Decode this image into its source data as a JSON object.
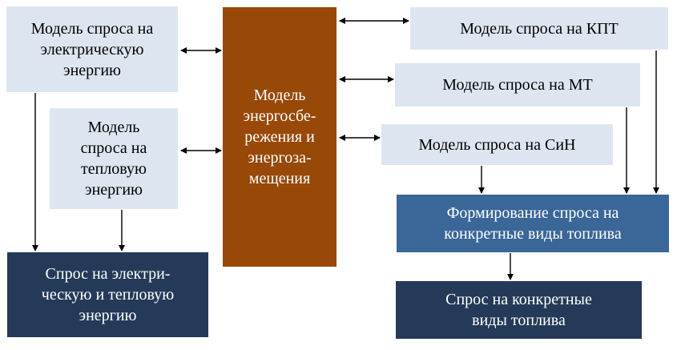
{
  "boxes": {
    "model_electric": "Модель спроса на\nэлектрическую\nэнергию",
    "model_heat": "Модель\nспроса на\nтепловую\nэнергию",
    "model_saving": "Модель\nэнергосбе-\nрежения и\nэнергоза-\nмещения",
    "model_kpt": "Модель спроса на КПТ",
    "model_mt": "Модель спроса на  МТ",
    "model_sin": "Модель спроса на  СиН",
    "fuel_formation": "Формирование спроса на\nконкретные виды топлива",
    "demand_electric_heat": "Спрос на электри-\nческую и тепловую\nэнергию",
    "demand_fuel": "Спрос на конкретные\nвиды топлива"
  },
  "colors": {
    "light_box": "#dde6f0",
    "brown_box": "#984807",
    "mid_blue_box": "#3a6698",
    "dark_blue_box": "#243a58",
    "arrow": "#000000"
  }
}
